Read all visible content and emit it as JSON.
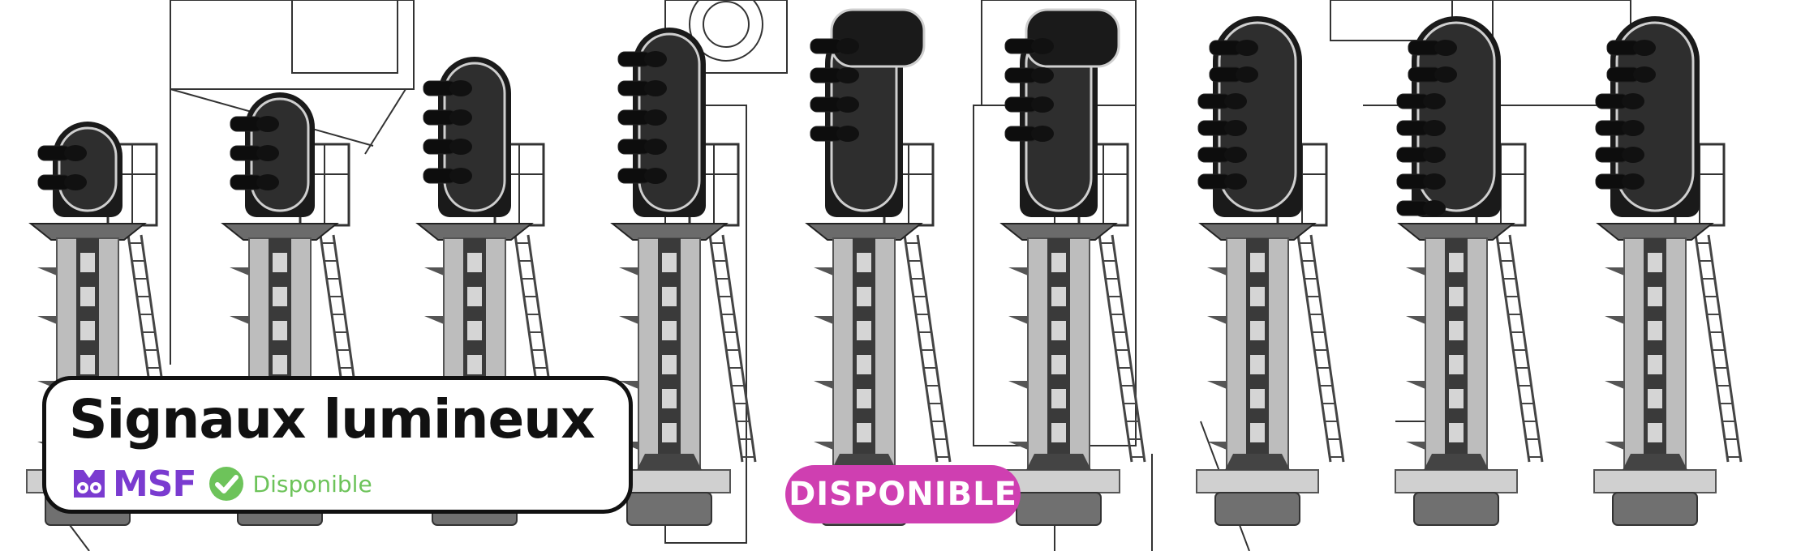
{
  "title": "Signaux lumineux",
  "brand": {
    "name": "MSF",
    "logo": "msf-logo-icon",
    "accent": "#7a3bd0"
  },
  "status": {
    "label": "Disponible",
    "icon": "check-circle-icon",
    "color": "#6dc35a"
  },
  "badge": {
    "label": "DISPONIBLE",
    "color": "#cf3fb1"
  },
  "signals": [
    {
      "lamps": 2,
      "shape": "small"
    },
    {
      "lamps": 3,
      "shape": "small"
    },
    {
      "lamps": 4,
      "shape": "tall"
    },
    {
      "lamps": 5,
      "shape": "tall"
    },
    {
      "lamps": 4,
      "shape": "hook"
    },
    {
      "lamps": 4,
      "shape": "hook"
    },
    {
      "lamps": 6,
      "shape": "wide"
    },
    {
      "lamps": 7,
      "shape": "wide"
    },
    {
      "lamps": 6,
      "shape": "wide"
    }
  ]
}
